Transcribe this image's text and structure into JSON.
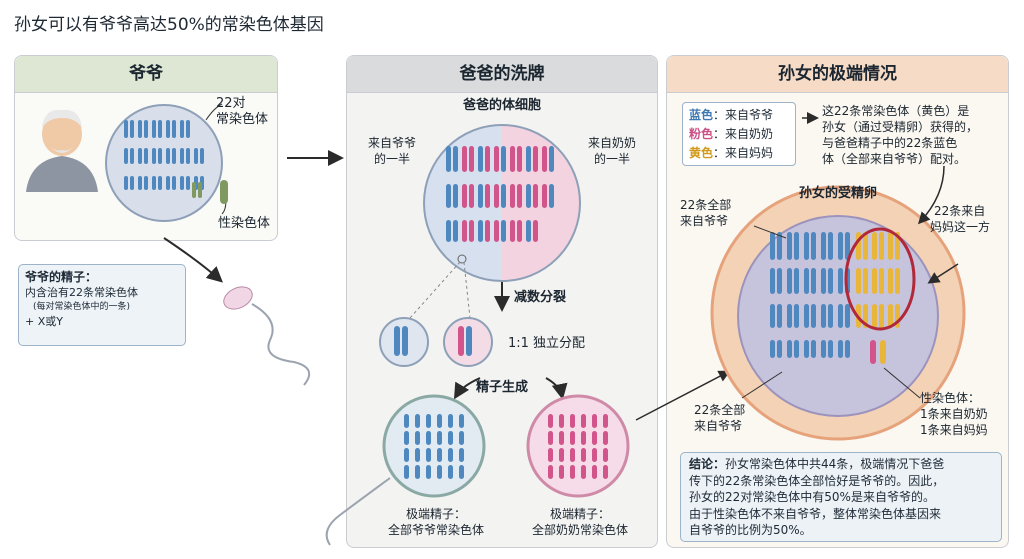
{
  "title": "孙女可以有爷爷高达50%的常染色体基因",
  "colors": {
    "blue": "#4e88bf",
    "pink": "#d1548a",
    "yellow": "#e9b63c",
    "green": "#7f9960",
    "circle_ring": "#8da0b8",
    "egg_ring": "#e6a37b"
  },
  "panel_grandpa": {
    "header": "爷爷",
    "label_autosomes_1": "22对",
    "label_autosomes_2": "常染色体",
    "label_sex": "性染色体",
    "sperm_note": {
      "line1": "爷爷的精子：",
      "line2": "内含治有22条常染色体",
      "line3": "(每对常染色体中的一条)",
      "line4": "+ X或Y"
    }
  },
  "panel_father": {
    "header": "爸爸的洗牌",
    "cell_title": "爸爸的体细胞",
    "left_half_1": "来自爷爷",
    "left_half_2": "的一半",
    "right_half_1": "来自奶奶",
    "right_half_2": "的一半",
    "meiosis": "减数分裂",
    "split": "1:1 独立分配",
    "sperm_gen": "精子生成",
    "extreme_left_1": "极端精子：",
    "extreme_left_2": "全部爷爷常染色体",
    "extreme_right_1": "极端精子：",
    "extreme_right_2": "全部奶奶常染色体"
  },
  "panel_granddaughter": {
    "header": "孙女的极端情况",
    "legend": [
      {
        "color_word": "蓝色",
        "text": "：来自爷爷"
      },
      {
        "color_word": "粉色",
        "text": "：来自奶奶"
      },
      {
        "color_word": "黄色",
        "text": "：来自妈妈"
      }
    ],
    "note_1": "这22条常染色体（黄色）是",
    "note_2": "孙女（通过受精卵）获得的，",
    "note_3": "与爸爸精子中的22条蓝色",
    "note_4": "体（全部来自爷爷）配对。",
    "egg_title": "孙女的受精卵",
    "left_label_1": "22条全部",
    "left_label_2": "来自爷爷",
    "right_label_1": "22条来自",
    "right_label_2": "妈妈这一方",
    "bottom_label_1": "22条全部",
    "bottom_label_2": "来自爷爷",
    "sex_1": "性染色体：",
    "sex_2": "1条来自奶奶",
    "sex_3": "1条来自妈妈",
    "conclusion_head": "结论：",
    "conclusion_1": "孙女常染色体中共44条，极端情况下爸爸",
    "conclusion_2": "传下的22条常染色体全部恰好是爷爷的。因此，",
    "conclusion_3": "孙女的22对常染色体中有50%是来自爷爷的。",
    "conclusion_4": "由于性染色体不来自爷爷，整体常染色体基因来",
    "conclusion_5": "自爷爷的比例为50%。"
  }
}
